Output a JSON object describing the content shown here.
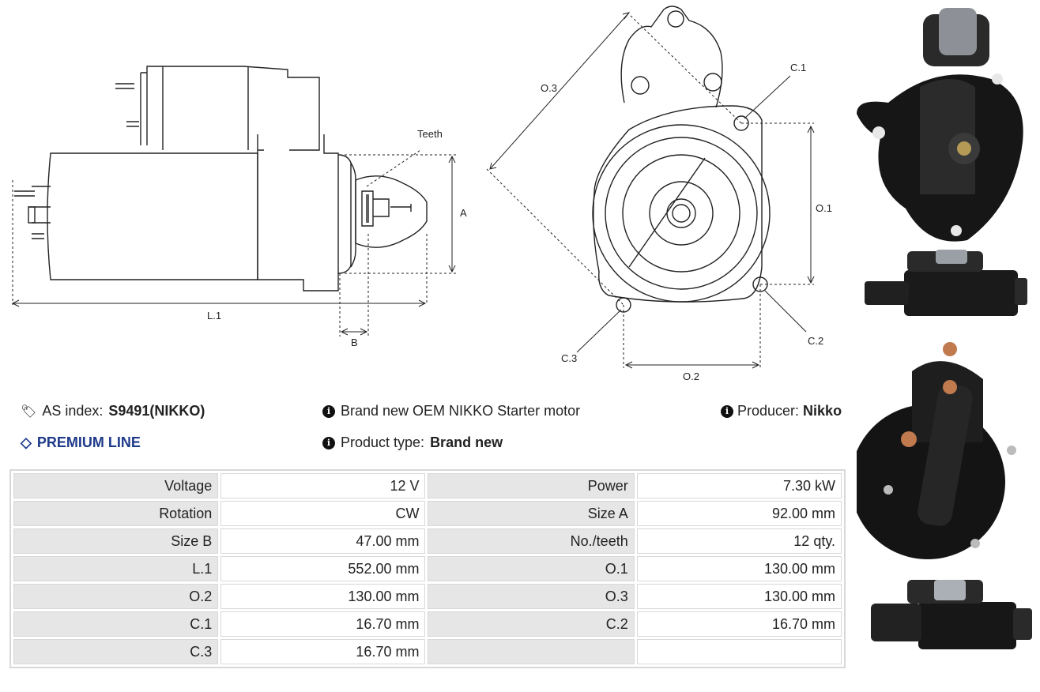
{
  "drawing_labels": {
    "teeth": "Teeth",
    "a": "A",
    "b": "B",
    "l1": "L.1",
    "o1": "O.1",
    "o2": "O.2",
    "o3": "O.3",
    "c1": "C.1",
    "c2": "C.2",
    "c3": "C.3"
  },
  "meta": {
    "as_index_label": "AS index:",
    "as_index_value": "S9491(NIKKO)",
    "premium": "PREMIUM LINE",
    "description": "Brand new OEM NIKKO Starter motor",
    "product_type_label": "Product type:",
    "product_type_value": "Brand new",
    "producer_label": "Producer:",
    "producer_value": "Nikko"
  },
  "specs": [
    {
      "k1": "Voltage",
      "v1": "12 V",
      "k2": "Power",
      "v2": "7.30 kW"
    },
    {
      "k1": "Rotation",
      "v1": "CW",
      "k2": "Size A",
      "v2": "92.00 mm"
    },
    {
      "k1": "Size B",
      "v1": "47.00 mm",
      "k2": "No./teeth",
      "v2": "12 qty."
    },
    {
      "k1": "L.1",
      "v1": "552.00 mm",
      "k2": "O.1",
      "v2": "130.00 mm"
    },
    {
      "k1": "O.2",
      "v1": "130.00 mm",
      "k2": "O.3",
      "v2": "130.00 mm"
    },
    {
      "k1": "C.1",
      "v1": "16.70 mm",
      "k2": "C.2",
      "v2": "16.70 mm"
    },
    {
      "k1": "C.3",
      "v1": "16.70 mm",
      "k2": "",
      "v2": ""
    }
  ],
  "photos": [
    "starter-front-photo",
    "starter-side-photo",
    "starter-rear-photo",
    "starter-side-photo-2"
  ]
}
